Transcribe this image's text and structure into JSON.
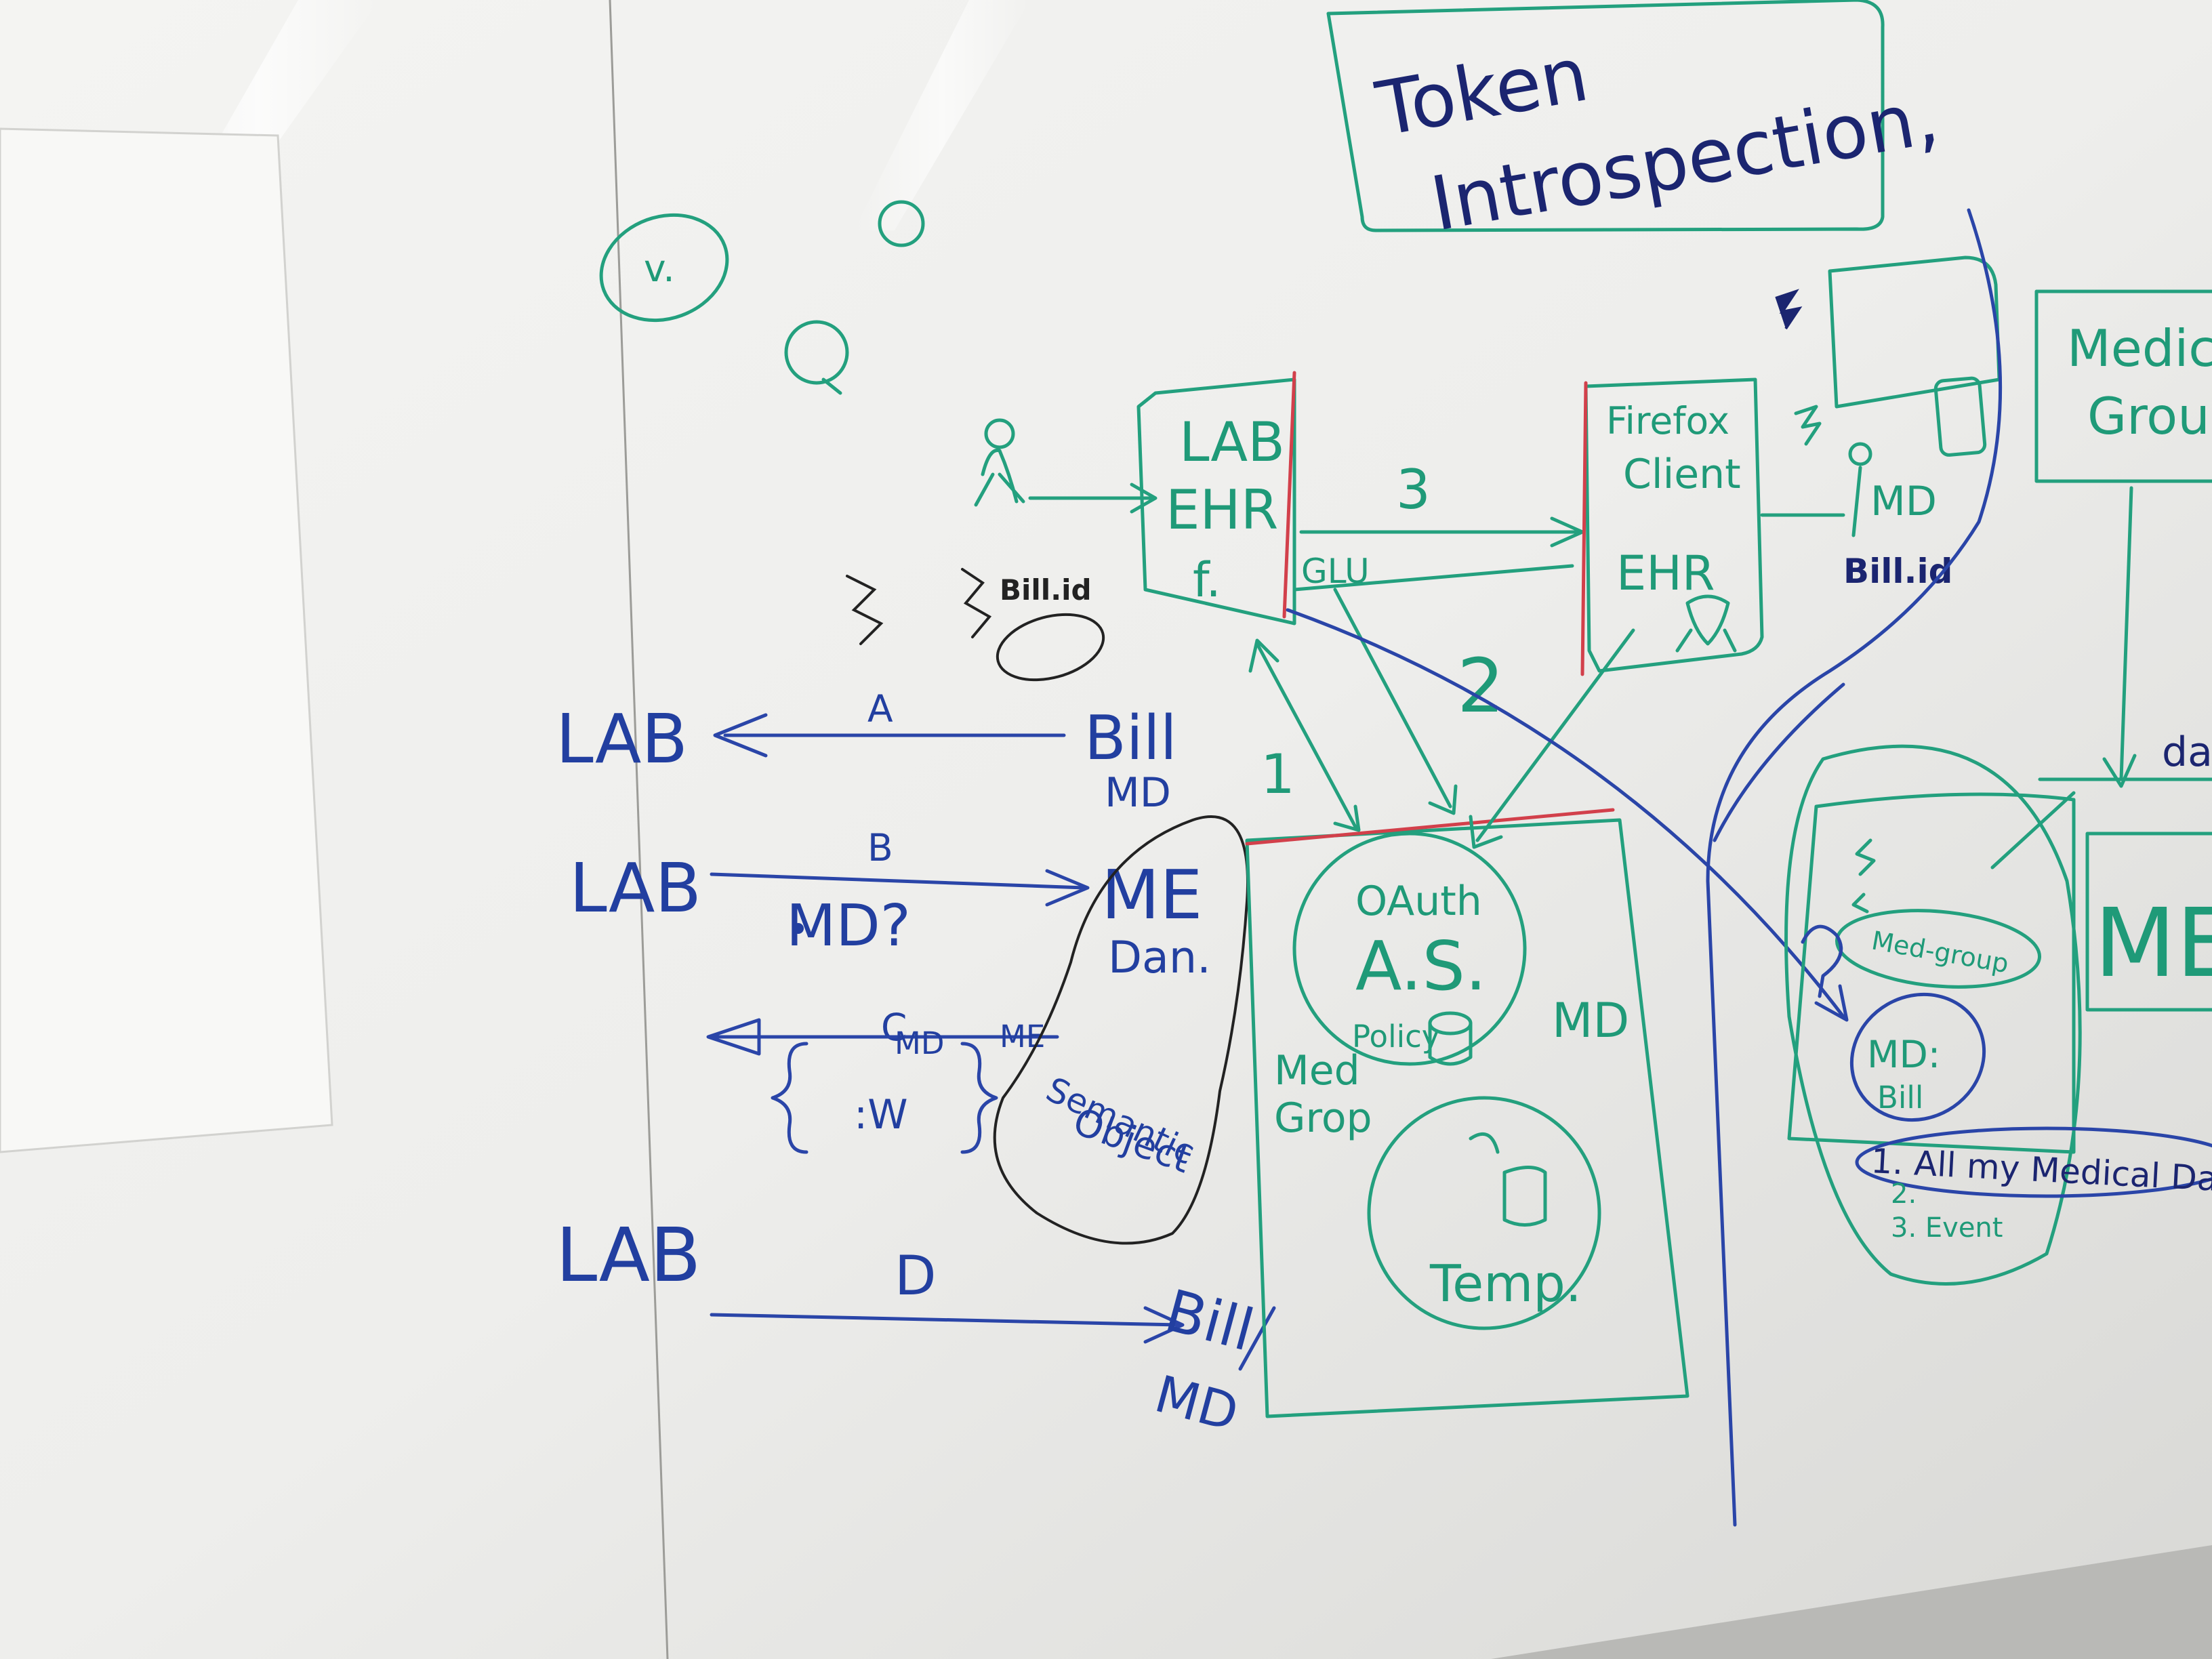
{
  "whiteboard": {
    "title_line1": "Token",
    "title_line2": "Introspection,",
    "lab_ehr_line1": "LAB",
    "lab_ehr_line2": "EHR",
    "firefox_line1": "Firefox",
    "firefox_line2": "Client",
    "firefox_line3": "EHR",
    "flow_3": "3",
    "flow_2": "2",
    "flow_1": "1",
    "glu": "GLU",
    "md_right": "MD",
    "bill_id_right": "Bill.id",
    "medical_group_line1": "Medical",
    "medical_group_line2": "Group",
    "bill_id_left": "Bill.id",
    "scenario_a": {
      "from": "LAB",
      "label": "A",
      "to_line1": "Bill",
      "to_line2": "MD"
    },
    "scenario_b": {
      "from": "LAB",
      "label": "B",
      "to_line1": "ME",
      "to_line2": "Dan.",
      "question": "MD?"
    },
    "scenario_c": {
      "label": "C",
      "md": "MD",
      "me": "ME",
      "w": ":W"
    },
    "semantic_object_line1": "Semantic",
    "semantic_object_line2": "Object",
    "scenario_d": {
      "from": "LAB",
      "label": "D",
      "to_line1": "Bill",
      "to_line2": "MD"
    },
    "oauth_line1": "OAuth",
    "oauth_line2": "A.S.",
    "policy": "Policy",
    "md_box": "MD",
    "med_group_line1": "Med",
    "med_group_line2": "Grop",
    "temp": "Temp.",
    "med_group_note": "Med-group",
    "md_bill_line1": "MD:",
    "md_bill_line2": "Bill",
    "me_right": "ME",
    "da_fragment": "da",
    "all_medical_line1": "1. All my Medical Da",
    "all_medical_line2": "2.",
    "all_medical_line3": "3. Event"
  },
  "colors": {
    "board": "#f0f0ee",
    "wall": "#d4d4d1",
    "paper": "#f7f7f5",
    "green_marker": "#1f9a78",
    "blue_marker": "#223fa0",
    "red_marker": "#d2404b",
    "black_marker": "#222222"
  }
}
